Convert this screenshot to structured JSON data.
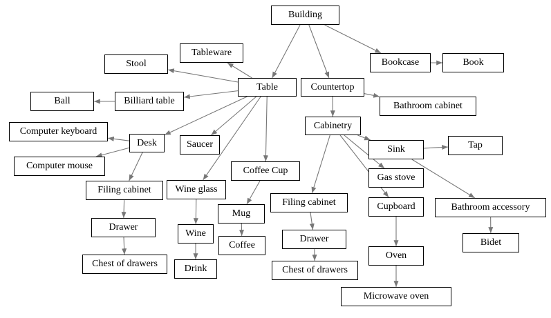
{
  "nodes": {
    "building": "Building",
    "tableware": "Tableware",
    "stool": "Stool",
    "bookcase": "Bookcase",
    "book": "Book",
    "table": "Table",
    "countertop": "Countertop",
    "ball": "Ball",
    "billiard_table": "Billiard table",
    "bathroom_cabinet": "Bathroom cabinet",
    "cabinetry": "Cabinetry",
    "computer_keyboard": "Computer keyboard",
    "desk": "Desk",
    "saucer": "Saucer",
    "sink": "Sink",
    "tap": "Tap",
    "computer_mouse": "Computer mouse",
    "coffee_cup": "Coffee Cup",
    "gas_stove": "Gas stove",
    "filing_cabinet_left": "Filing cabinet",
    "wine_glass": "Wine glass",
    "filing_cabinet_right": "Filing cabinet",
    "cupboard": "Cupboard",
    "bathroom_accessory": "Bathroom accessory",
    "mug": "Mug",
    "drawer_left": "Drawer",
    "wine": "Wine",
    "drawer_right": "Drawer",
    "bidet": "Bidet",
    "coffee": "Coffee",
    "oven": "Oven",
    "chest_left": "Chest of drawers",
    "drink": "Drink",
    "chest_right": "Chest of drawers",
    "microwave_oven": "Microwave oven"
  },
  "edges": [
    [
      "building",
      "table"
    ],
    [
      "building",
      "countertop"
    ],
    [
      "building",
      "bookcase"
    ],
    [
      "bookcase",
      "book"
    ],
    [
      "table",
      "tableware"
    ],
    [
      "table",
      "stool"
    ],
    [
      "table",
      "billiard_table"
    ],
    [
      "table",
      "desk"
    ],
    [
      "table",
      "saucer"
    ],
    [
      "table",
      "wine_glass"
    ],
    [
      "table",
      "coffee_cup"
    ],
    [
      "billiard_table",
      "ball"
    ],
    [
      "desk",
      "computer_keyboard"
    ],
    [
      "desk",
      "computer_mouse"
    ],
    [
      "desk",
      "filing_cabinet_left"
    ],
    [
      "filing_cabinet_left",
      "drawer_left"
    ],
    [
      "drawer_left",
      "chest_left"
    ],
    [
      "wine_glass",
      "wine"
    ],
    [
      "wine",
      "drink"
    ],
    [
      "coffee_cup",
      "mug"
    ],
    [
      "mug",
      "coffee"
    ],
    [
      "countertop",
      "bathroom_cabinet"
    ],
    [
      "countertop",
      "cabinetry"
    ],
    [
      "cabinetry",
      "sink"
    ],
    [
      "cabinetry",
      "gas_stove"
    ],
    [
      "cabinetry",
      "cupboard"
    ],
    [
      "cabinetry",
      "filing_cabinet_right"
    ],
    [
      "filing_cabinet_right",
      "drawer_right"
    ],
    [
      "drawer_right",
      "chest_right"
    ],
    [
      "sink",
      "tap"
    ],
    [
      "sink",
      "bathroom_accessory"
    ],
    [
      "bathroom_accessory",
      "bidet"
    ],
    [
      "cupboard",
      "oven"
    ],
    [
      "oven",
      "microwave_oven"
    ]
  ]
}
